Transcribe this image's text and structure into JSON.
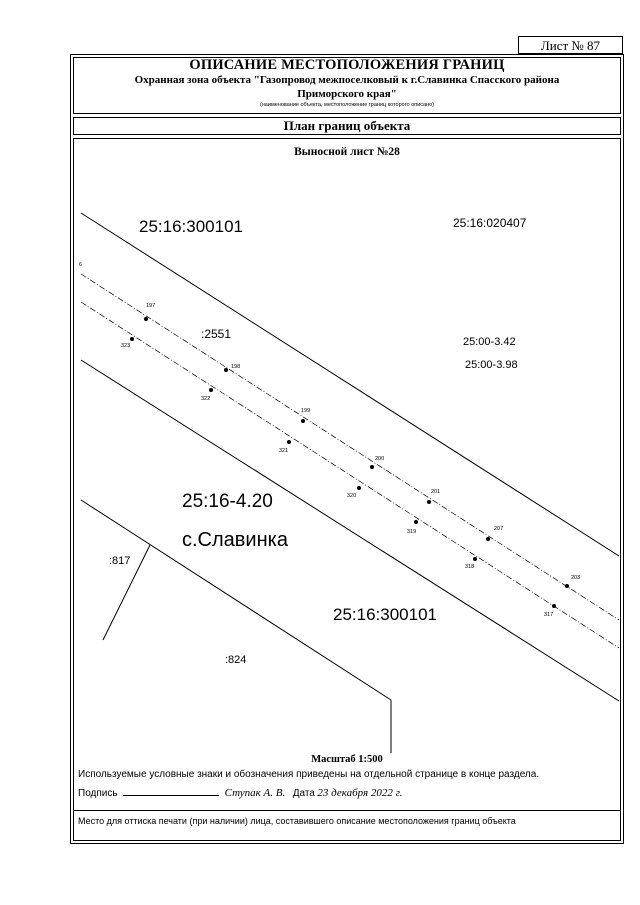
{
  "sheet_number": "Лист № 87",
  "header": {
    "title": "ОПИСАНИЕ МЕСТОПОЛОЖЕНИЯ ГРАНИЦ",
    "subtitle": "Охранная зона объекта \"Газопровод межпоселковый к г.Славинка Спасского района Приморского края\"",
    "caption": "(наименование объекта, местоположение границ которого описано)",
    "section": "План границ объекта"
  },
  "plan": {
    "sheet_title": "Выносной лист №28",
    "labels": {
      "cadastral_top_left": "25:16:300101",
      "cadastral_top_right": "25:16:020407",
      "parcel_2551": ":2551",
      "zone_342": "25:00-3.42",
      "zone_398": "25:00-3.98",
      "zone_420": "25:16-4.20",
      "settlement": "с.Славинка",
      "cadastral_bottom": "25:16:300101",
      "parcel_817": ":817",
      "parcel_824": ":824",
      "point_6": "6"
    },
    "upper_points": [
      "197",
      "198",
      "199",
      "200",
      "201",
      "207",
      "203"
    ],
    "lower_points": [
      "323",
      "322",
      "321",
      "320",
      "319",
      "318",
      "317"
    ]
  },
  "footer": {
    "scale": "Масштаб 1:500",
    "notes": "Используемые условные знаки и обозначения приведены на отдельной странице в конце раздела.",
    "signature_label": "Подпись",
    "signer": "Ступак А. В.",
    "date_label": "Дата",
    "date_value": "23 декабря 2022 г.",
    "seal_text": "Место для оттиска печати (при наличии) лица, составившего описание местоположения границ объекта"
  }
}
